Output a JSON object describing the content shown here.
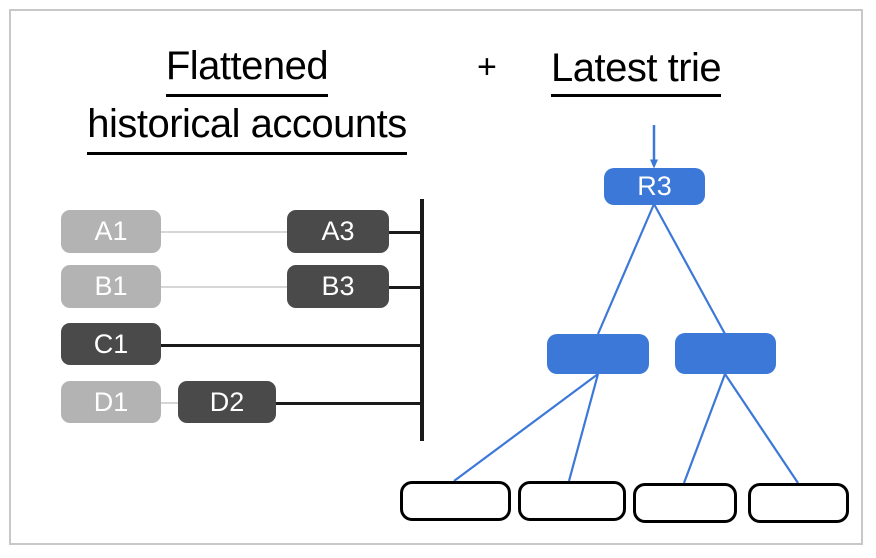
{
  "frame": {
    "border_color": "#c8c8c8",
    "background": "#ffffff"
  },
  "headings": {
    "left_line1": "Flattened",
    "left_line2": "historical accounts",
    "operator": "+",
    "right": "Latest trie"
  },
  "colors": {
    "old_account": "#b3b3b3",
    "new_account": "#4a4a4a",
    "trie_node": "#3c78d8",
    "leaf_border": "#000000",
    "spine": "#1a1a1a",
    "light_connector": "#d6d6d6"
  },
  "flattened_accounts": {
    "rows": [
      {
        "old_label": "A1",
        "new_label": "A3",
        "old_state": "superseded",
        "new_state": "latest"
      },
      {
        "old_label": "B1",
        "new_label": "B3",
        "old_state": "superseded",
        "new_state": "latest"
      },
      {
        "old_label": "C1",
        "new_label": "",
        "old_state": "latest",
        "new_state": ""
      },
      {
        "old_label": "D1",
        "new_label": "D2",
        "old_state": "superseded",
        "new_state": "latest"
      }
    ]
  },
  "latest_trie": {
    "root": {
      "label": "R3"
    },
    "branch_nodes": [
      {
        "label": ""
      },
      {
        "label": ""
      }
    ],
    "leaf_nodes": [
      {
        "label": ""
      },
      {
        "label": ""
      },
      {
        "label": ""
      },
      {
        "label": ""
      }
    ],
    "incoming_arrow": "down-arrow-icon"
  }
}
